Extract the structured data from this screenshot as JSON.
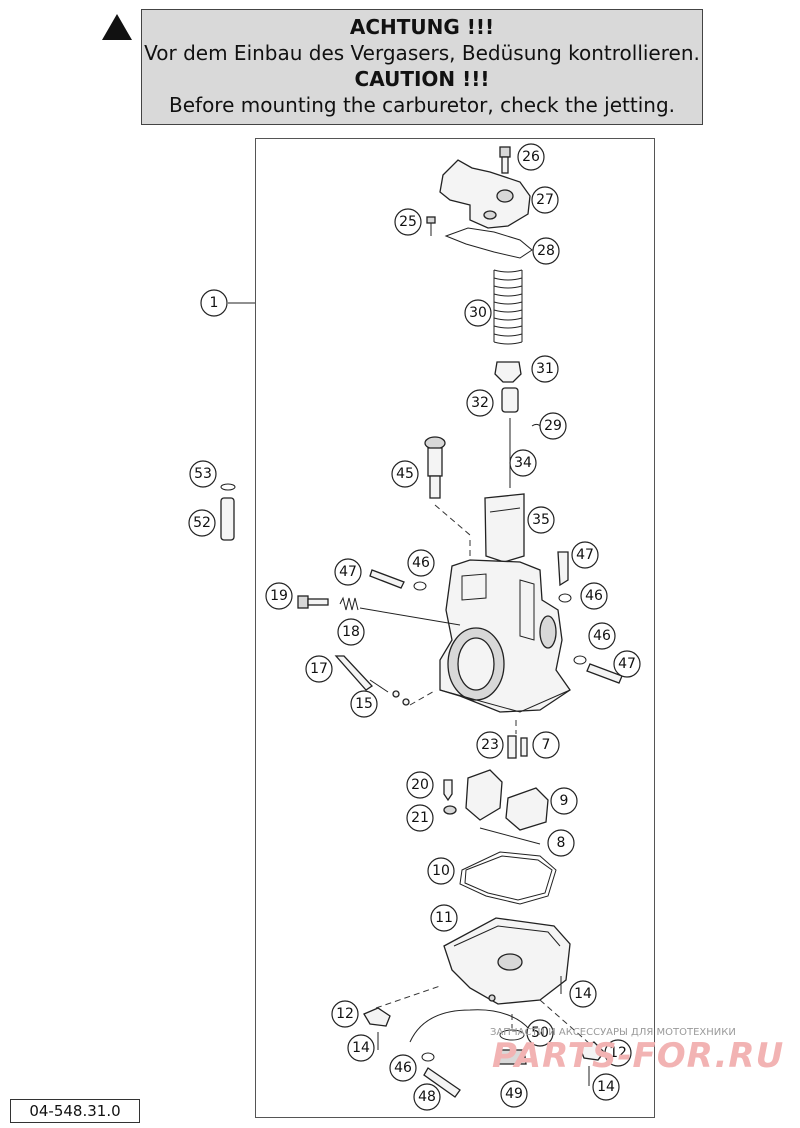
{
  "notice": {
    "heading_de": "ACHTUNG !!!",
    "text_de": "Vor dem Einbau des Vergasers, Bedüsung kontrollieren.",
    "heading_en": "CAUTION !!!",
    "text_en": "Before mounting the carburetor, check the jetting."
  },
  "diagram_code": "04-548.31.0",
  "watermark": {
    "tagline": "ЗАПЧАСТИ И АКСЕССУАРЫ ДЛЯ МОТОТЕХНИКИ",
    "logo": "PARTS-FOR.RU"
  },
  "callouts": [
    "1",
    "26",
    "27",
    "25",
    "28",
    "30",
    "31",
    "32",
    "29",
    "34",
    "53",
    "45",
    "52",
    "35",
    "47",
    "46",
    "47",
    "46",
    "19",
    "18",
    "46",
    "47",
    "17",
    "15",
    "23",
    "7",
    "20",
    "9",
    "21",
    "8",
    "10",
    "11",
    "14",
    "12",
    "50",
    "14",
    "12",
    "46",
    "14",
    "48",
    "49"
  ]
}
